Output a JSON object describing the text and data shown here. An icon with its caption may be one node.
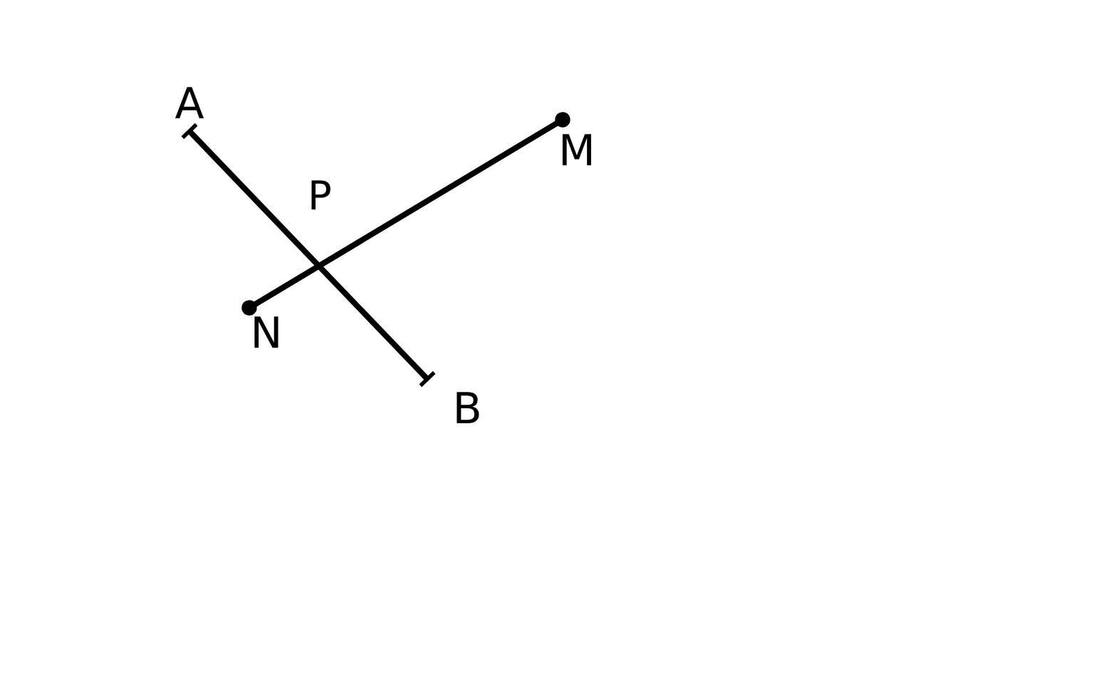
{
  "diagram": {
    "nodes": [
      {
        "text": [
          "A"
        ]
      },
      {
        "text": [
          "B"
        ]
      },
      {
        "text": [
          "N"
        ]
      },
      {
        "text": [
          "M"
        ]
      }
    ],
    "edges": [
      {
        "from": 0,
        "to": 1,
        "arrow": "other"
      },
      {
        "from": 2,
        "to": 3,
        "arrow": "other"
      }
    ],
    "labels": [
      "P"
    ]
  }
}
